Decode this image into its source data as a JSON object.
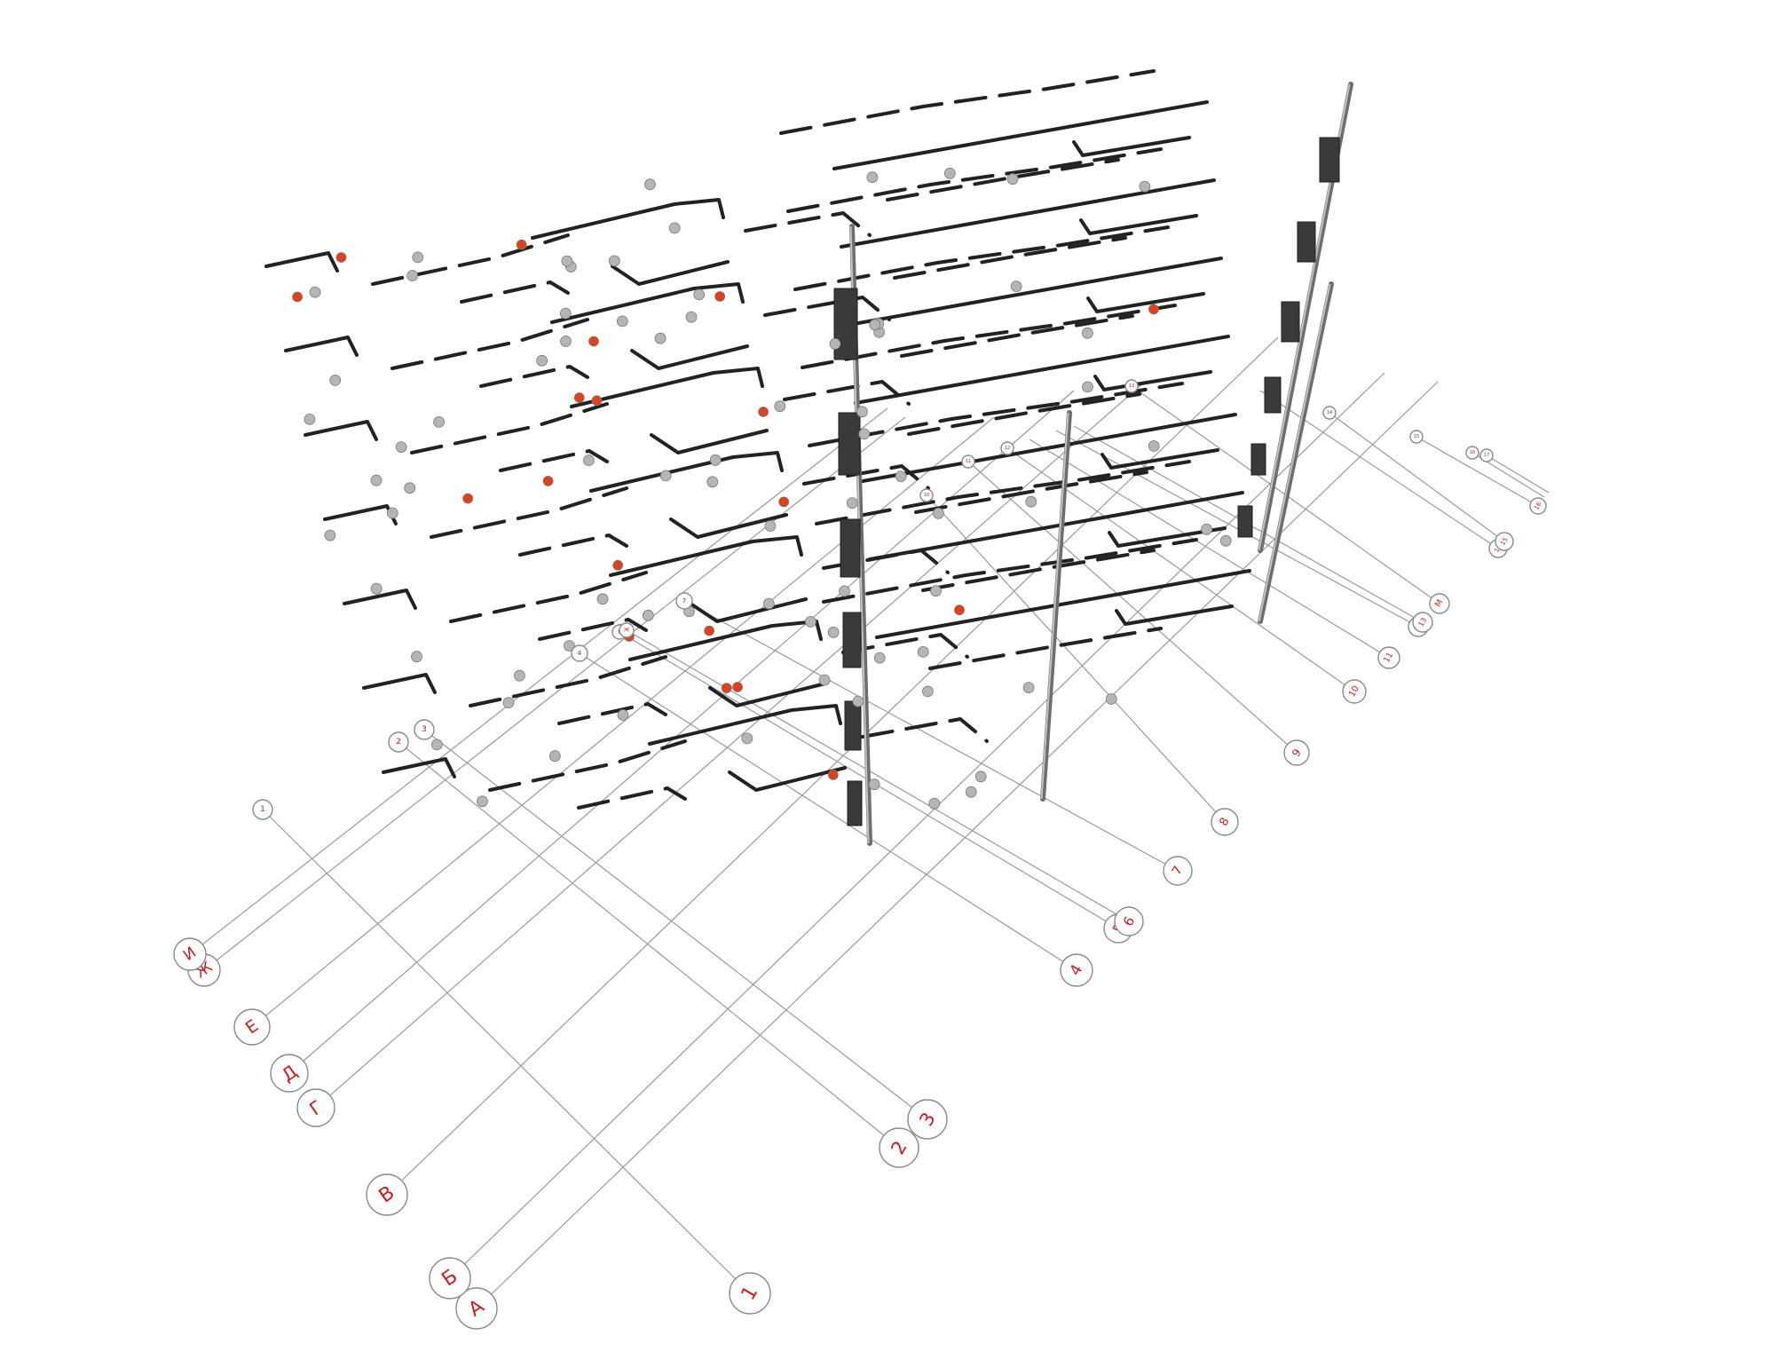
{
  "diagram": {
    "grid_axes": {
      "lettered": [
        "А",
        "Б",
        "В",
        "Г",
        "Д",
        "Е",
        "Ж",
        "И",
        "М"
      ],
      "numbered": [
        "1",
        "2",
        "3",
        "4",
        "5",
        "6",
        "7",
        "8",
        "9",
        "10",
        "11",
        "12",
        "13",
        "14",
        "15",
        "16",
        "17"
      ]
    },
    "colors": {
      "pipe": "#222222",
      "grid_line": "#9a9a9a",
      "label_text": "#c81e1e",
      "fixture_gray": "#b5b5b5",
      "fixture_red": "#e0401c",
      "riser": "#6e6e6e",
      "tank": "#3a3a3a"
    }
  }
}
